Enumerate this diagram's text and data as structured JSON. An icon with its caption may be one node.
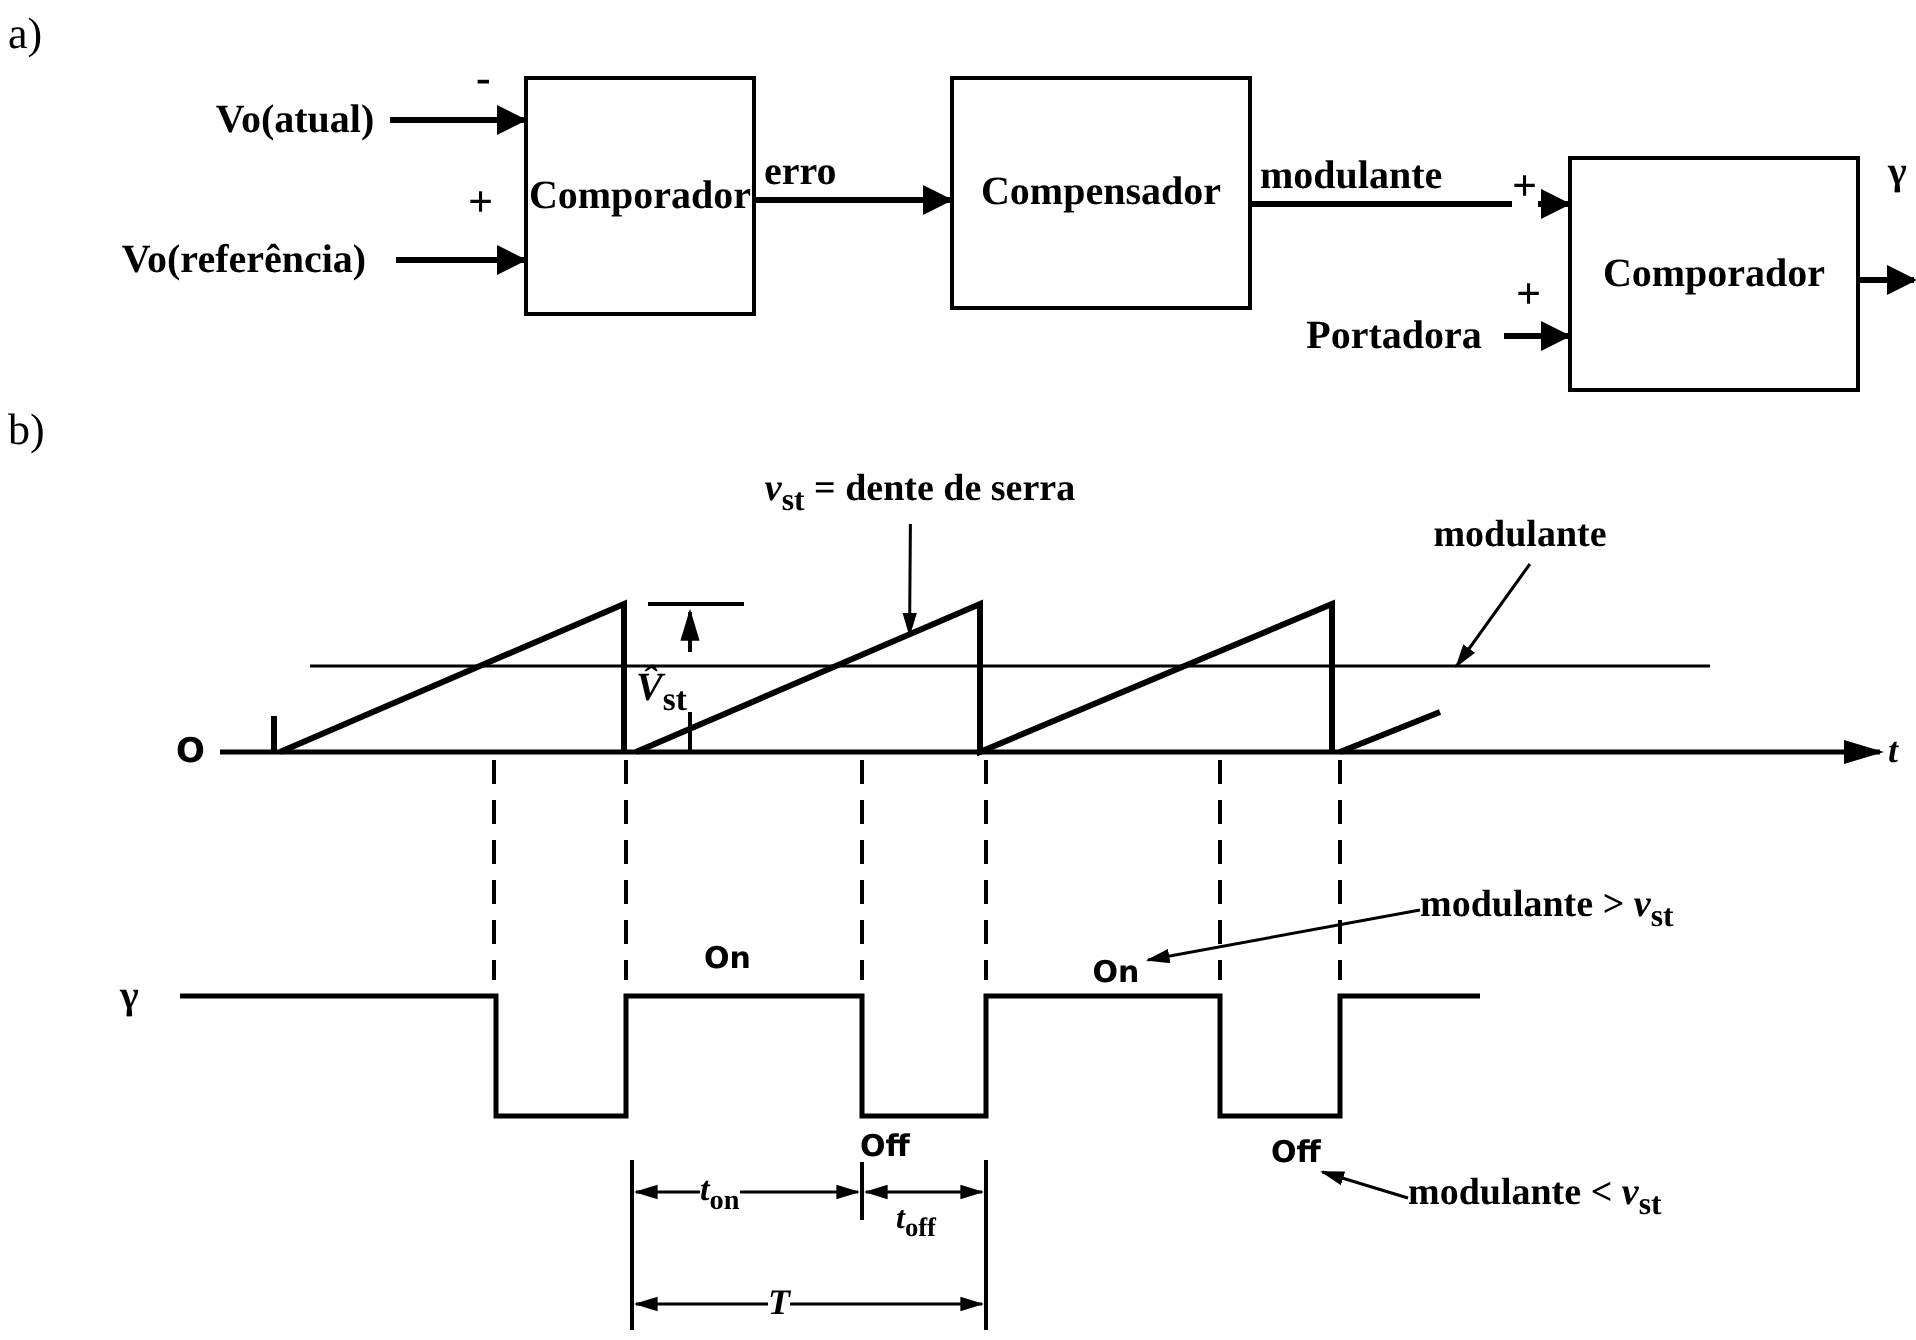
{
  "diagram": {
    "nodes": [
      {
        "text": [
          "Vo(atual)"
        ]
      },
      {
        "text": [
          "Vo(referência)"
        ]
      },
      {
        "text": [
          "Comporador"
        ]
      },
      {
        "text": [
          "Compensador"
        ]
      },
      {
        "text": [
          "Portadora"
        ]
      },
      {
        "text": [
          "Comporador"
        ]
      },
      {
        "text": [
          "*v*$_{st}$ = dente de serra"
        ]
      },
      {
        "text": [],
        "shape": "waveform"
      },
      {
        "text": [
          "modulante"
        ]
      },
      {
        "text": [],
        "shape": "line"
      },
      {
        "text": [
          "modulante > *v*$_{st}$"
        ]
      },
      {
        "text": [
          "On"
        ]
      },
      {
        "text": [
          "modulante < *v*$_{st}$"
        ]
      },
      {
        "text": [
          "Off"
        ]
      }
    ],
    "edges": [
      {
        "from": 0,
        "to": 2,
        "arrow": "to"
      },
      {
        "from": 1,
        "to": 2,
        "arrow": "to"
      },
      {
        "from": 2,
        "to": 3,
        "arrow": "to",
        "label": "erro"
      },
      {
        "from": 3,
        "to": 5,
        "arrow": "to",
        "label": "modulante"
      },
      {
        "from": 4,
        "to": 5,
        "arrow": "to"
      },
      {
        "from": 5,
        "to": null,
        "arrow": "to",
        "label": "γ"
      },
      {
        "from": 6,
        "to": 7,
        "arrow": "to"
      },
      {
        "from": 8,
        "to": 9,
        "arrow": "to"
      },
      {
        "from": 10,
        "to": 11,
        "arrow": "to"
      },
      {
        "from": 12,
        "to": 13,
        "arrow": "to"
      }
    ],
    "labels": [
      "a)",
      "-",
      "+",
      "+",
      "+",
      "b)",
      "*V̂*$_{st}$",
      "O",
      "*t*",
      "γ",
      "On",
      "Off",
      "*t*$_{on}$",
      "*t*$_{off}$",
      "*T*"
    ]
  }
}
